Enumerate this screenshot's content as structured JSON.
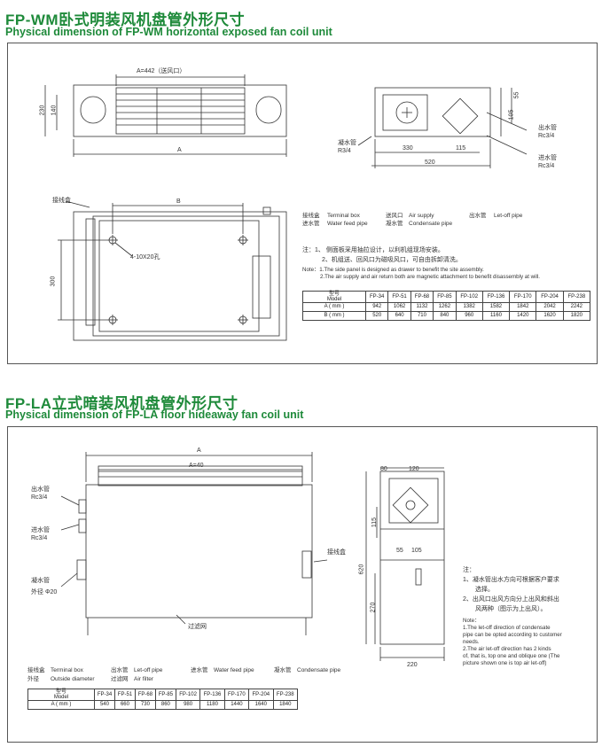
{
  "section1": {
    "title_cn": "FP-WM卧式明装风机盘管外形尺寸",
    "title_en": "Physical dimension of FP-WM horizontal exposed fan coil unit",
    "dims": {
      "a_supply": "A=442（送风口）",
      "d230": "230",
      "d140": "140",
      "a": "A",
      "d55": "55",
      "d105": "105",
      "d330": "330",
      "d115": "115",
      "d520": "520",
      "b": "B",
      "d300": "300",
      "holes": "4-10X20孔"
    },
    "callouts": {
      "drain_cn": "凝水管",
      "drain_spec": "R3/4",
      "outlet_cn": "出水管",
      "outlet_spec": "Rc3/4",
      "inlet_cn": "进水管",
      "inlet_spec": "Rc3/4",
      "junction": "接线盒"
    },
    "legend": [
      [
        "接线盒",
        "Terminal box",
        "送风口",
        "Air supply",
        "出水管",
        "Let-off pipe"
      ],
      [
        "进水管",
        "Water feed pipe",
        "凝水管",
        "Condensate pipe",
        "",
        ""
      ]
    ],
    "notes_cn": [
      "注：1、 侧面板采用抽拉设计，以利机组现场安装。",
      "2、机组送、回风口为磁吸风口，可自由拆卸清洗。"
    ],
    "notes_en": [
      "Note：1.The side panel is designed as drawer to benefit the site assembly.",
      "2.The air supply and air return both are magnetic attachment to benefit disassembly at will."
    ],
    "table": {
      "header_cn": "型号",
      "header_en": "Model",
      "models": [
        "FP-34",
        "FP-51",
        "FP-68",
        "FP-85",
        "FP-102",
        "FP-136",
        "FP-170",
        "FP-204",
        "FP-238"
      ],
      "rows": [
        {
          "label": "A ( mm )",
          "values": [
            "942",
            "1062",
            "1132",
            "1262",
            "1382",
            "1582",
            "1842",
            "2042",
            "2242"
          ]
        },
        {
          "label": "B ( mm )",
          "values": [
            "520",
            "640",
            "710",
            "840",
            "960",
            "1160",
            "1420",
            "1620",
            "1820"
          ]
        }
      ]
    }
  },
  "section2": {
    "title_cn": "FP-LA立式暗装风机盘管外形尺寸",
    "title_en": "Physical dimension of FP-LA floor hideaway fan coil unit",
    "dims": {
      "a": "A",
      "a40": "A=40",
      "d80": "80",
      "d120": "120",
      "d115": "115",
      "d55": "55",
      "d105": "105",
      "d620": "620",
      "d270": "270",
      "d220": "220"
    },
    "callouts": {
      "outlet_cn": "出水管",
      "outlet_spec": "Rc3/4",
      "inlet_cn": "进水管",
      "inlet_spec": "Rc3/4",
      "drain_cn": "凝水管",
      "drain_spec": "外径 Φ20",
      "junction": "接线盒",
      "filter": "过滤网"
    },
    "notes_cn": [
      "注：",
      "1、凝水管出水方向可根据客户要求",
      "选择。",
      "2、出风口出风方向分上出风和斜出",
      "风两种（图示为上出风）。"
    ],
    "notes_en": [
      "Note：",
      "1.The let-off direction of condensate",
      "pipe can be opted according to customer",
      "needs.",
      "2.The air let-off direction has 2 kinds",
      "of, that is, top one and oblique one (The",
      "picture shown one is top air let-off)"
    ],
    "legend": [
      [
        "接线盒",
        "Terminal box",
        "出水管",
        "Let-off pipe",
        "进水管",
        "Water feed pipe",
        "凝水管",
        "Condensate pipe"
      ],
      [
        "外径",
        "Outside diameter",
        "过滤网",
        "Air filter",
        "",
        "",
        "",
        ""
      ]
    ],
    "table": {
      "header_cn": "型号",
      "header_en": "Model",
      "models": [
        "FP-34",
        "FP-51",
        "FP-68",
        "FP-85",
        "FP-102",
        "FP-136",
        "FP-170",
        "FP-204",
        "FP-238"
      ],
      "rows": [
        {
          "label": "A ( mm )",
          "values": [
            "540",
            "660",
            "730",
            "860",
            "980",
            "1180",
            "1440",
            "1640",
            "1840"
          ]
        }
      ]
    }
  }
}
